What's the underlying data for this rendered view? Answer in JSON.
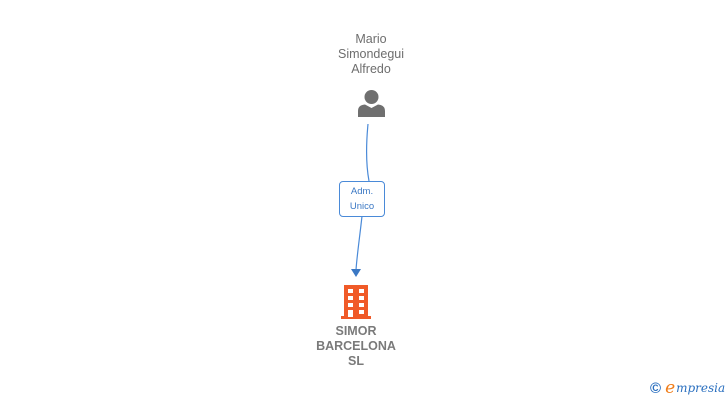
{
  "person": {
    "name_lines": [
      "Mario",
      "Simondegui",
      "Alfredo"
    ],
    "icon": "person-icon"
  },
  "relation": {
    "role_lines": [
      "Adm.",
      "Unico"
    ],
    "color": "#4a8ad8"
  },
  "company": {
    "name_lines": [
      "SIMOR",
      "BARCELONA",
      "SL"
    ],
    "icon": "building-icon",
    "color": "#f05a28"
  },
  "brand": {
    "copyright": "©",
    "logo_initial": "e",
    "logo_rest": "mpresia"
  }
}
